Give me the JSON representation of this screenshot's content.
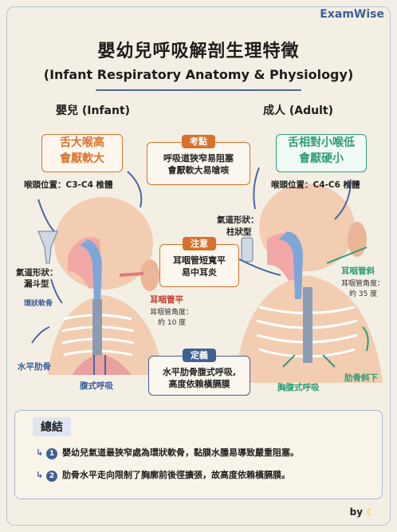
{
  "brand": "ExamWise",
  "title": "嬰幼兒呼吸解剖生理特徵",
  "subtitle": "(Infant Respiratory Anatomy & Physiology)",
  "columns": {
    "infant": "嬰兒 (Infant)",
    "adult": "成人 (Adult)"
  },
  "infant": {
    "box_line1": "舌大喉高",
    "box_line2": "會厭軟大",
    "larynx": "喉頭位置：C3-C4 椎體",
    "airway_label": "氣道形狀：",
    "airway_value": "漏斗型",
    "cricoid": "環狀軟骨",
    "ribs": "水平肋骨",
    "breathing": "腹式呼吸",
    "tube_title": "耳咽管平",
    "tube_angle_label": "耳咽管角度：",
    "tube_angle_value": "約 10 度"
  },
  "adult": {
    "box_line1": "舌相對小喉低",
    "box_line2": "會厭硬小",
    "larynx": "喉頭位置：C4-C6 椎體",
    "airway_label": "氣道形狀：",
    "airway_value": "柱狀型",
    "tube_title": "耳咽管斜",
    "tube_angle_label": "耳咽管角度：",
    "tube_angle_value": "約 35 度",
    "ribs": "肋骨斜下",
    "breathing": "胸腹式呼吸"
  },
  "center": {
    "keypoint_tag": "考點",
    "keypoint_line1": "呼吸道狹窄易阻塞",
    "keypoint_line2": "會厭軟大易嗆咳",
    "note_tag": "注意",
    "note_line1": "耳咽管短寬平",
    "note_line2": "易中耳炎",
    "def_tag": "定義",
    "def_line1": "水平肋骨腹式呼吸,",
    "def_line2": "高度依賴橫膈膜"
  },
  "summary": {
    "title": "總結",
    "items": [
      {
        "num": "1",
        "text": "嬰幼兒氣道最狹窄處為環狀軟骨，黏膜水腫易導致嚴重阻塞。"
      },
      {
        "num": "2",
        "text": "肋骨水平走向限制了胸廓前後徑擴張，故高度依賴橫膈膜。"
      }
    ]
  },
  "by": "by",
  "colors": {
    "accent_blue": "#3f5f93",
    "orange": "#d9712e",
    "green": "#2f9c77",
    "red": "#c0392b"
  }
}
